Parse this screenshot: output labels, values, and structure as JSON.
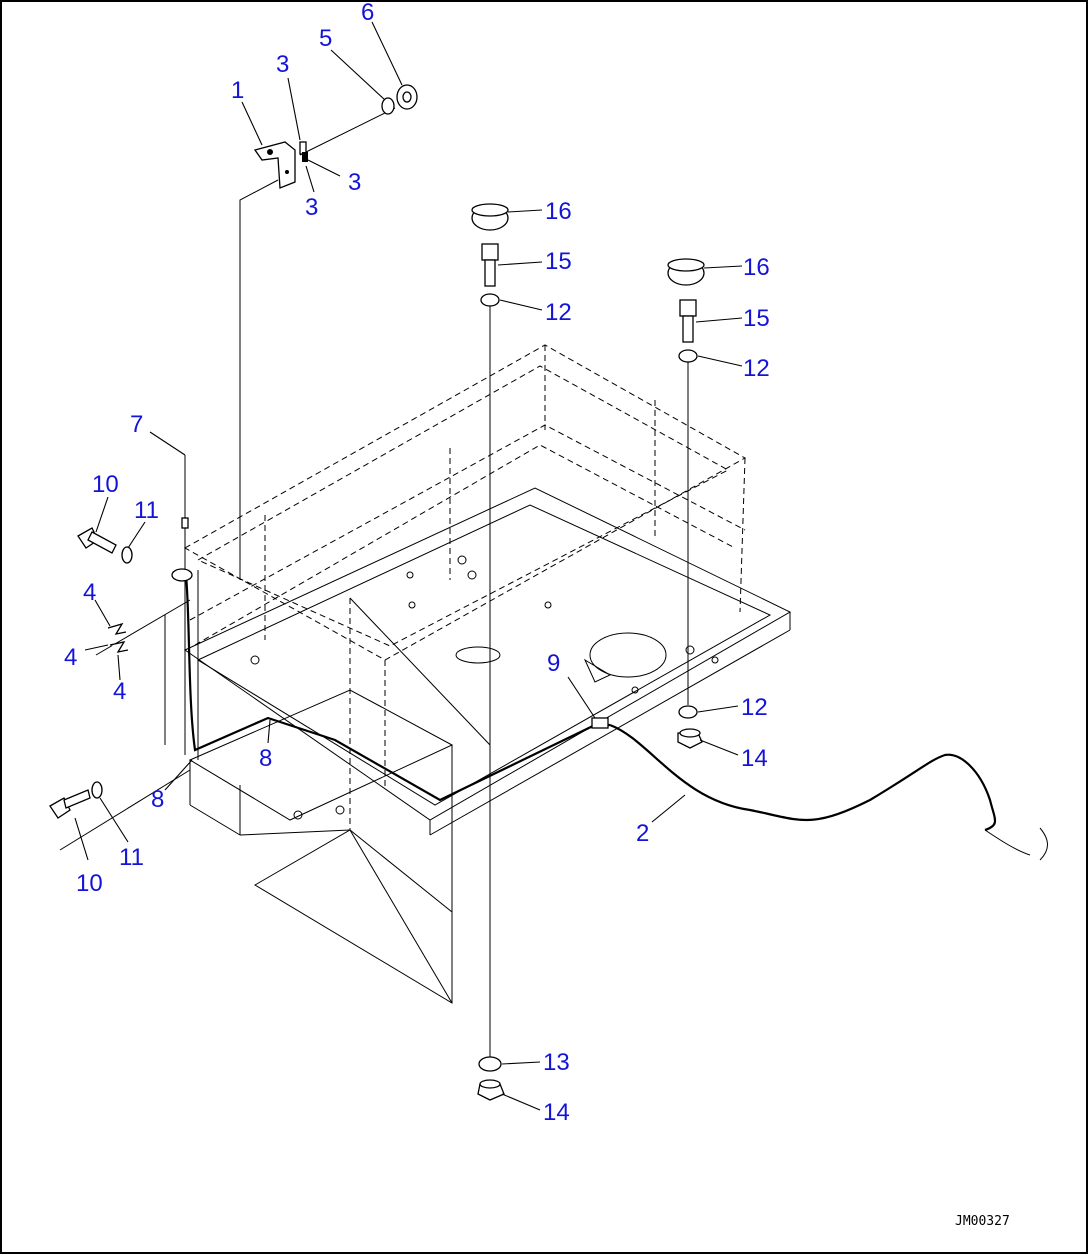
{
  "drawing": {
    "code": "JM00327",
    "callouts": [
      {
        "id": "c1",
        "text": "1"
      },
      {
        "id": "c2",
        "text": "2"
      },
      {
        "id": "c3a",
        "text": "3"
      },
      {
        "id": "c3b",
        "text": "3"
      },
      {
        "id": "c3c",
        "text": "3"
      },
      {
        "id": "c4a",
        "text": "4"
      },
      {
        "id": "c4b",
        "text": "4"
      },
      {
        "id": "c4c",
        "text": "4"
      },
      {
        "id": "c5",
        "text": "5"
      },
      {
        "id": "c6",
        "text": "6"
      },
      {
        "id": "c7",
        "text": "7"
      },
      {
        "id": "c8a",
        "text": "8"
      },
      {
        "id": "c8b",
        "text": "8"
      },
      {
        "id": "c9",
        "text": "9"
      },
      {
        "id": "c10a",
        "text": "10"
      },
      {
        "id": "c10b",
        "text": "10"
      },
      {
        "id": "c11a",
        "text": "11"
      },
      {
        "id": "c11b",
        "text": "11"
      },
      {
        "id": "c12a",
        "text": "12"
      },
      {
        "id": "c12b",
        "text": "12"
      },
      {
        "id": "c12c",
        "text": "12"
      },
      {
        "id": "c13",
        "text": "13"
      },
      {
        "id": "c14a",
        "text": "14"
      },
      {
        "id": "c14b",
        "text": "14"
      },
      {
        "id": "c15a",
        "text": "15"
      },
      {
        "id": "c15b",
        "text": "15"
      },
      {
        "id": "c16a",
        "text": "16"
      },
      {
        "id": "c16b",
        "text": "16"
      }
    ]
  }
}
